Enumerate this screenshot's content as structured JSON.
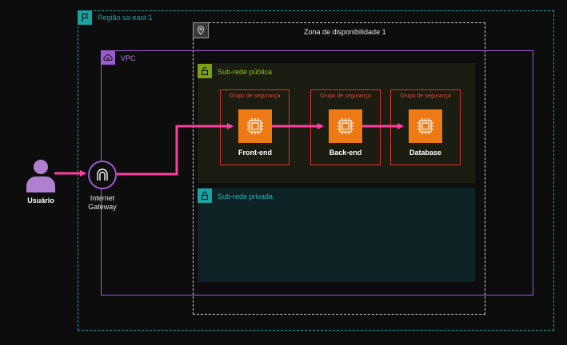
{
  "region": {
    "label": "Região sa-east-1",
    "icon": "flag-icon",
    "color": "#1aa3a3"
  },
  "availability_zone": {
    "label": "Zona de disponibilidade 1",
    "icon": "location-pin-icon"
  },
  "vpc": {
    "label": "VPC",
    "icon": "cloud-lock-icon",
    "color": "#9b5bd0"
  },
  "public_subnet": {
    "label": "Sub-rede pública",
    "icon": "padlock-open-icon",
    "color": "#7aa116"
  },
  "private_subnet": {
    "label": "Sub-rede privada",
    "icon": "padlock-closed-icon",
    "color": "#1aa3a3"
  },
  "user": {
    "label": "Usuário",
    "icon": "user-icon",
    "color": "#b080d0"
  },
  "gateway": {
    "label_line1": "Internet",
    "label_line2": "Gateway",
    "icon": "internet-gateway-icon"
  },
  "security_groups": [
    {
      "label": "Grupo de segurança",
      "instance": "Front-end"
    },
    {
      "label": "Grupo de segurança",
      "instance": "Back-end"
    },
    {
      "label": "Grupo de segurança",
      "instance": "Database"
    }
  ],
  "colors": {
    "flow_arrow": "#ff3fa0",
    "security_group": "#d8322a",
    "ec2": "#ed7a14"
  }
}
